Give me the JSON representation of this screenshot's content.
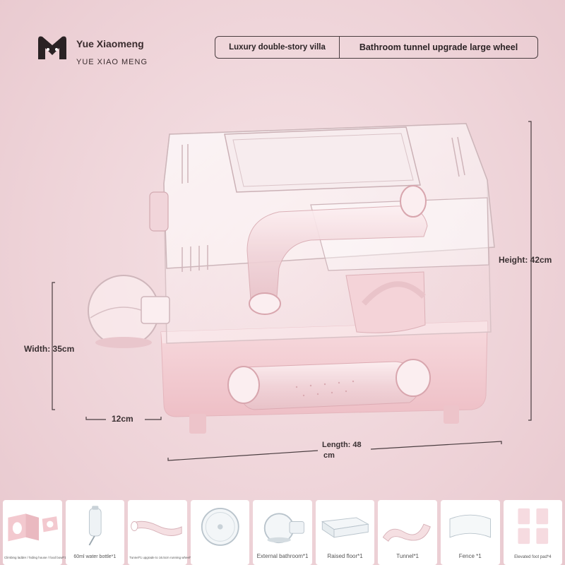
{
  "brand": {
    "name": "Yue Xiaomeng",
    "subtitle": "YUE XIAO MENG",
    "logo_icon": "m-bear-logo-icon"
  },
  "tabs": [
    {
      "label": "Luxury double-story villa"
    },
    {
      "label": "Bathroom tunnel upgrade large wheel"
    }
  ],
  "dimensions": {
    "height": "Height: 42cm",
    "width": "Width: 35cm",
    "depth": "12cm",
    "length_line1": "Length: 48",
    "length_line2": "cm"
  },
  "accessories": [
    {
      "label": "Climbing ladder / hiding house / food bowl*1",
      "icon": "ladder-house-icon"
    },
    {
      "label": "60ml water bottle*1",
      "icon": "water-bottle-icon"
    },
    {
      "label": "Tunnel*1 upgrade to 16.5cm running wheel*1",
      "icon": "tunnel-icon"
    },
    {
      "label": "",
      "icon": "running-wheel-icon"
    },
    {
      "label": "External bathroom*1",
      "icon": "bathroom-icon"
    },
    {
      "label": "Raised floor*1",
      "icon": "raised-floor-icon"
    },
    {
      "label": "Tunnel*1",
      "icon": "curved-tunnel-icon"
    },
    {
      "label": "Fence *1",
      "icon": "fence-icon"
    },
    {
      "label": "Elevated foot pad*4",
      "icon": "foot-pad-icon"
    }
  ],
  "colors": {
    "accent_pink": "#f2c9cf",
    "cage_base": "#f3cfd4",
    "text_dark": "#3a2c2e"
  }
}
